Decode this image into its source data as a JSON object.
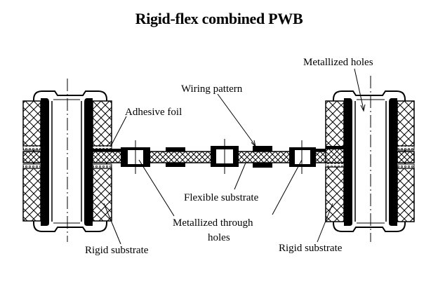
{
  "title": "Rigid-flex combined PWB",
  "labels": {
    "metallized_holes": "Metallized holes",
    "wiring_pattern": "Wiring pattern",
    "adhesive_foil": "Adhesive foil",
    "flexible_substrate": "Flexible substrate",
    "metallized_through_holes_line1": "Metallized through",
    "metallized_through_holes_line2": "holes",
    "rigid_substrate_left": "Rigid substrate",
    "rigid_substrate_right": "Rigid substrate"
  },
  "colors": {
    "ink": "#000000",
    "background": "#ffffff"
  }
}
